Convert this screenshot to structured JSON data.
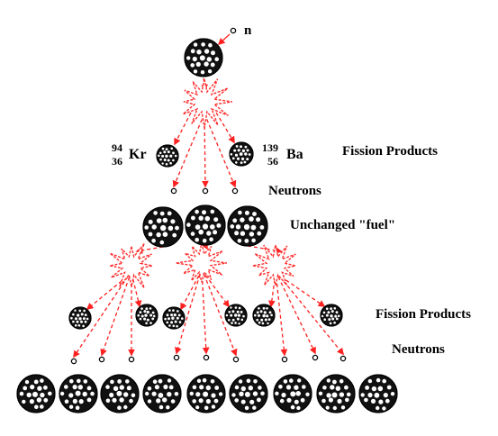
{
  "labels": {
    "neutron_symbol": "n",
    "fission_products_1": "Fission Products",
    "neutrons_1": "Neutrons",
    "unchanged_fuel": "Unchanged \"fuel\"",
    "fission_products_2": "Fission Products",
    "neutrons_2": "Neutrons"
  },
  "isotopes": {
    "krypton": {
      "mass": "94",
      "atomic": "36",
      "symbol": "Kr"
    },
    "barium": {
      "mass": "139",
      "atomic": "56",
      "symbol": "Ba"
    }
  },
  "colors": {
    "arrow": "#ff2020",
    "flash_fill": "#ffffff",
    "flash_stroke": "#ff3030",
    "nucleus_dark": "#111111",
    "nucleus_light": "#ffffff"
  }
}
